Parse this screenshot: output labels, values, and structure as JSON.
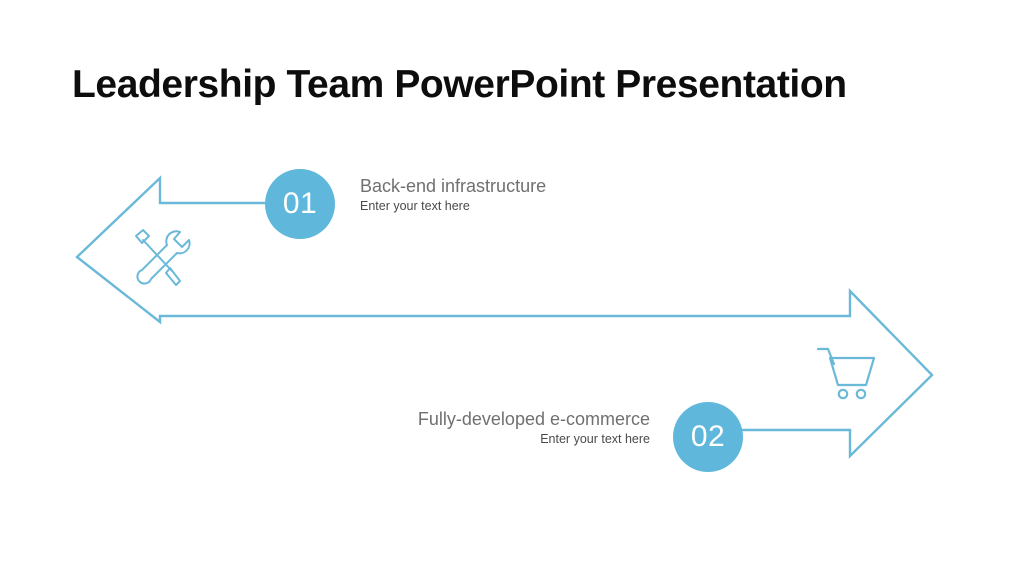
{
  "slide": {
    "title": "Leadership Team PowerPoint Presentation",
    "background_color": "#ffffff",
    "accent_color": "#5fb8dc",
    "title_color": "#0d0d0d",
    "headline_color": "#707070",
    "subline_color": "#4a4a4a"
  },
  "steps": [
    {
      "number": "01",
      "headline": "Back-end infrastructure",
      "subline": "Enter your text here",
      "icon": "tools-icon"
    },
    {
      "number": "02",
      "headline": "Fully-developed e-commerce",
      "subline": "Enter your text here",
      "icon": "shopping-cart-icon"
    }
  ]
}
